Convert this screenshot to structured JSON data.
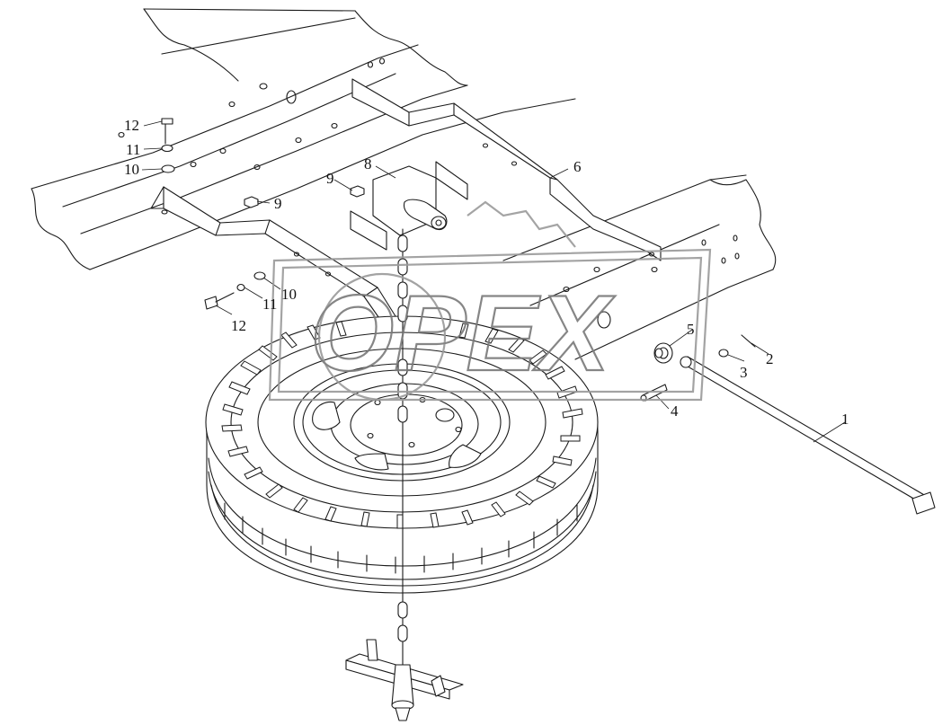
{
  "diagram": {
    "watermark_text": "OPEX",
    "callouts": [
      {
        "id": "c1",
        "label": "1"
      },
      {
        "id": "c2",
        "label": "2"
      },
      {
        "id": "c3",
        "label": "3"
      },
      {
        "id": "c4",
        "label": "4"
      },
      {
        "id": "c5",
        "label": "5"
      },
      {
        "id": "c6",
        "label": "6"
      },
      {
        "id": "c8",
        "label": "8"
      },
      {
        "id": "c9a",
        "label": "9"
      },
      {
        "id": "c9b",
        "label": "9"
      },
      {
        "id": "c10a",
        "label": "10"
      },
      {
        "id": "c10b",
        "label": "10"
      },
      {
        "id": "c11a",
        "label": "11"
      },
      {
        "id": "c11b",
        "label": "11"
      },
      {
        "id": "c12a",
        "label": "12"
      },
      {
        "id": "c12b",
        "label": "12"
      }
    ]
  }
}
